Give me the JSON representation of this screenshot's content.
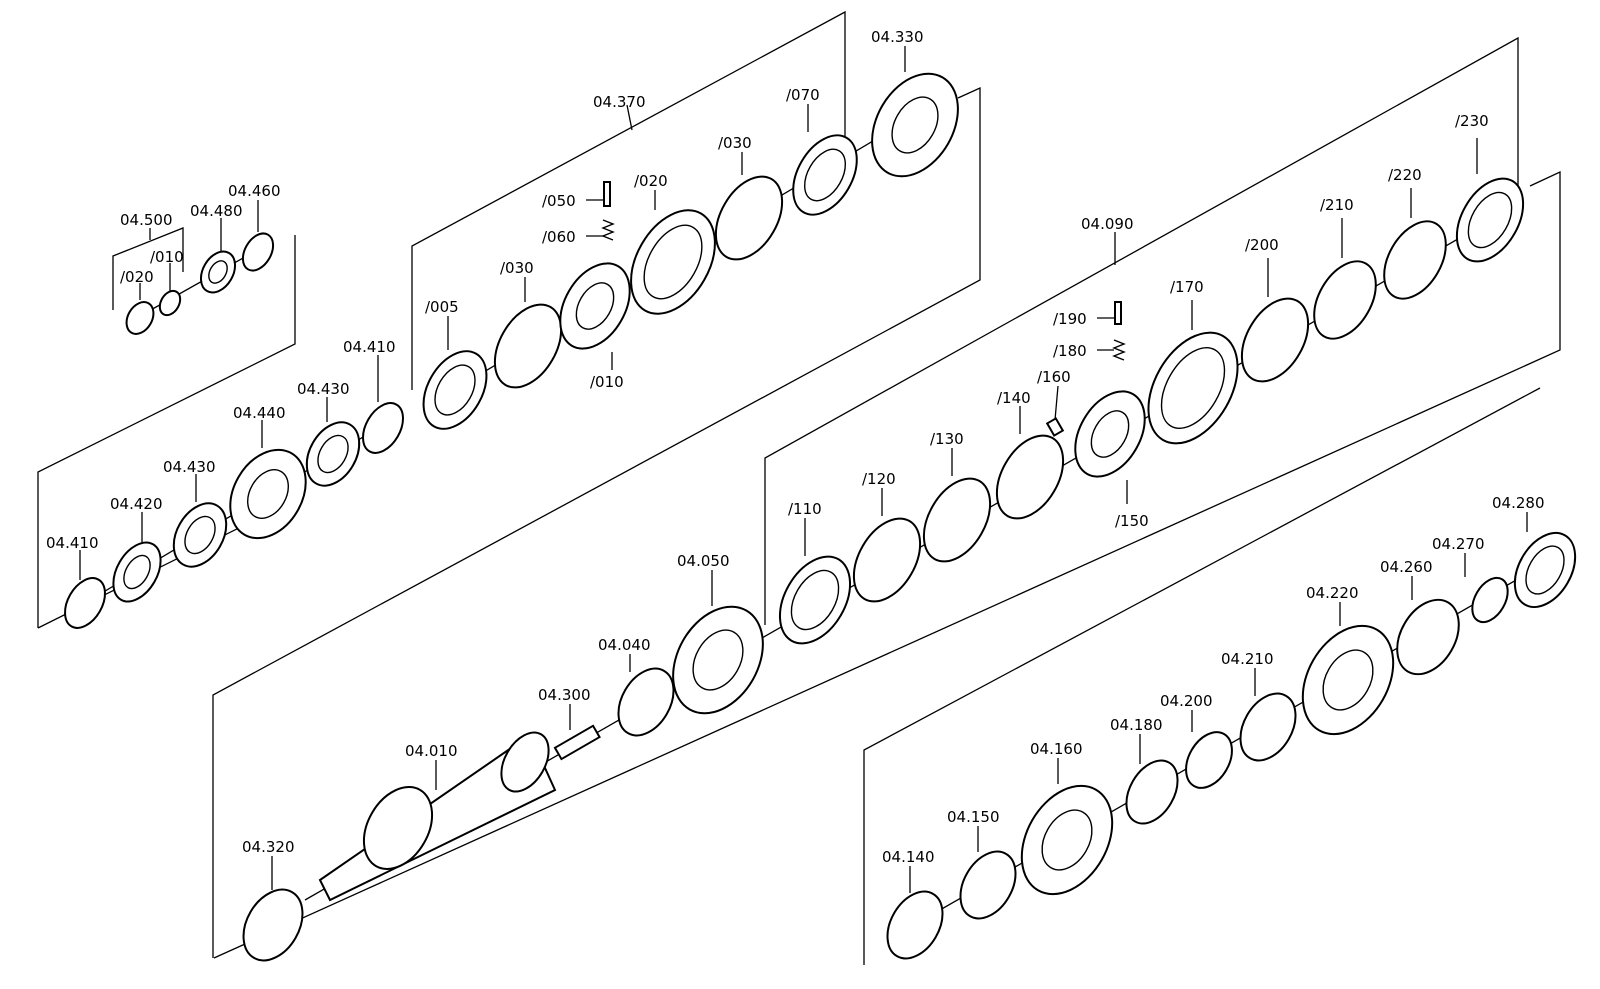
{
  "labels": [
    "04.500",
    "04.480",
    "04.460",
    "/010",
    "/020",
    "04.410",
    "04.420",
    "04.430",
    "04.440",
    "04.430",
    "04.410",
    "04.370",
    "/005",
    "/030",
    "/050",
    "/060",
    "/020",
    "/010",
    "/030",
    "/070",
    "04.330",
    "04.090",
    "/230",
    "/220",
    "/210",
    "/200",
    "/170",
    "/190",
    "/180",
    "/160",
    "/150",
    "/140",
    "/130",
    "/120",
    "/110",
    "04.050",
    "04.040",
    "04.300",
    "04.010",
    "04.320",
    "04.280",
    "04.270",
    "04.260",
    "04.220",
    "04.210",
    "04.200",
    "04.180",
    "04.160",
    "04.150",
    "04.140"
  ]
}
